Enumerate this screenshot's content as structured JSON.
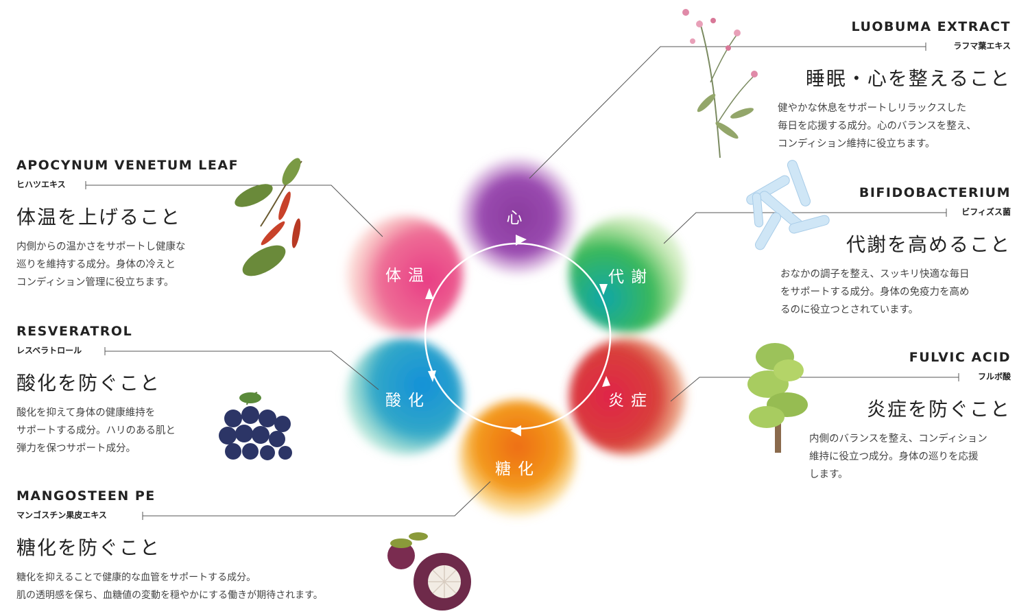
{
  "circles": [
    {
      "id": "kokoro",
      "label": "心",
      "color_in": "#8e3fa6",
      "color_out": "#c07ac8"
    },
    {
      "id": "taisha",
      "label": "代謝",
      "color_in": "#1ea880",
      "color_out": "#5ac04a"
    },
    {
      "id": "ensho",
      "label": "炎症",
      "color_in": "#d62a4c",
      "color_out": "#e06030"
    },
    {
      "id": "touka",
      "label": "糖化",
      "color_in": "#f08010",
      "color_out": "#f6b43a"
    },
    {
      "id": "sanka",
      "label": "酸化",
      "color_in": "#1c8fd0",
      "color_out": "#62c6b8"
    },
    {
      "id": "taion",
      "label": "体温",
      "color_in": "#e8487c",
      "color_out": "#f3a0a4"
    }
  ],
  "ingredients": {
    "luobuma": {
      "name_en": "LUOBUMA EXTRACT",
      "name_jp": "ラフマ葉エキス",
      "heading": "睡眠・心を整えること",
      "description": "健やかな休息をサポートしリラックスした\n毎日を応援する成分。心のバランスを整え、\nコンディション維持に役立ちます。"
    },
    "bifido": {
      "name_en": "BIFIDOBACTERIUM",
      "name_jp": "ビフィズス菌",
      "heading": "代謝を高めること",
      "description": "おなかの調子を整え、スッキリ快適な毎日\nをサポートする成分。身体の免疫力を高め\nるのに役立つとされています。"
    },
    "fulvic": {
      "name_en": "FULVIC ACID",
      "name_jp": "フルボ酸",
      "heading": "炎症を防ぐこと",
      "description": "内側のバランスを整え、コンディション\n維持に役立つ成分。身体の巡りを応援\nします。"
    },
    "apocynum": {
      "name_en": "APOCYNUM VENETUM LEAF",
      "name_jp": "ヒハツエキス",
      "heading": "体温を上げること",
      "description": "内側からの温かさをサポートし健康な\n巡りを維持する成分。身体の冷えと\nコンディション管理に役立ちます。"
    },
    "resveratrol": {
      "name_en": "RESVERATROL",
      "name_jp": "レスベラトロール",
      "heading": "酸化を防ぐこと",
      "description": "酸化を抑えて身体の健康維持を\nサポートする成分。ハリのある肌と\n弾力を保つサポート成分。"
    },
    "mangosteen": {
      "name_en": "MANGOSTEEN PE",
      "name_jp": "マンゴスチン果皮エキス",
      "heading": "糖化を防ぐこと",
      "description": "糖化を抑えることで健康的な血管をサポートする成分。\n肌の透明感を保ち、血糖値の変動を穏やかにする働きが期待されます。"
    }
  },
  "icons": [
    "luobuma-flower-icon",
    "bifidobacterium-icon",
    "fulvic-tree-icon",
    "long-pepper-icon",
    "grapes-icon",
    "mangosteen-icon"
  ]
}
